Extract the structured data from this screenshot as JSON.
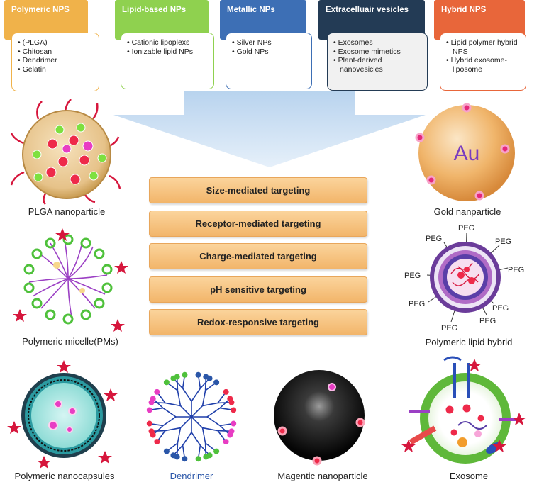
{
  "categories": [
    {
      "title": "Polymeric NPS",
      "color": "#f0b24a",
      "border": "#f0b24a",
      "items": [
        "(PLGA)",
        "Chitosan",
        "Dendrimer",
        "Gelatin"
      ]
    },
    {
      "title": "Lipid-based NPs",
      "color": "#8fd14f",
      "border": "#8fd14f",
      "items": [
        "Cationic lipoplexs",
        "Ionizable lipid NPs"
      ]
    },
    {
      "title": "Metallic NPs",
      "color": "#3d6fb5",
      "border": "#3d6fb5",
      "items": [
        "Silver NPs",
        "Gold NPs"
      ]
    },
    {
      "title": "Extracelluair vesicles",
      "color": "#233b55",
      "border": "#233b55",
      "items": [
        "Exosomes",
        "Exosome mimetics",
        "Plant-derived nanovesicles"
      ]
    },
    {
      "title": "Hybrid NPS",
      "color": "#e8663a",
      "border": "#e8663a",
      "items": [
        "Lipid polymer hybrid NPS",
        "Hybrid exosome-liposome"
      ]
    }
  ],
  "strategies": [
    "Size-mediated targeting",
    "Receptor-mediated targeting",
    "Charge-mediated targeting",
    "pH sensitive targeting",
    "Redox-responsive targeting"
  ],
  "nanoparticles": {
    "plga": "PLGA nanoparticle",
    "gold": "Gold nanparticle",
    "gold_symbol": "Au",
    "micelle": "Polymeric micelle(PMs)",
    "hybrid": "Polymeric lipid hybrid",
    "nanocapsules": "Polymeric nanocapsules",
    "dendrimer": "Dendrimer",
    "magnetic": "Magentic nanoparticle",
    "exosome": "Exosome"
  },
  "peg_label": "PEG",
  "colors": {
    "arrow": "#cfe3f5",
    "strategy": "#f5c07a",
    "dendrimer_label": "#2a56a8"
  }
}
